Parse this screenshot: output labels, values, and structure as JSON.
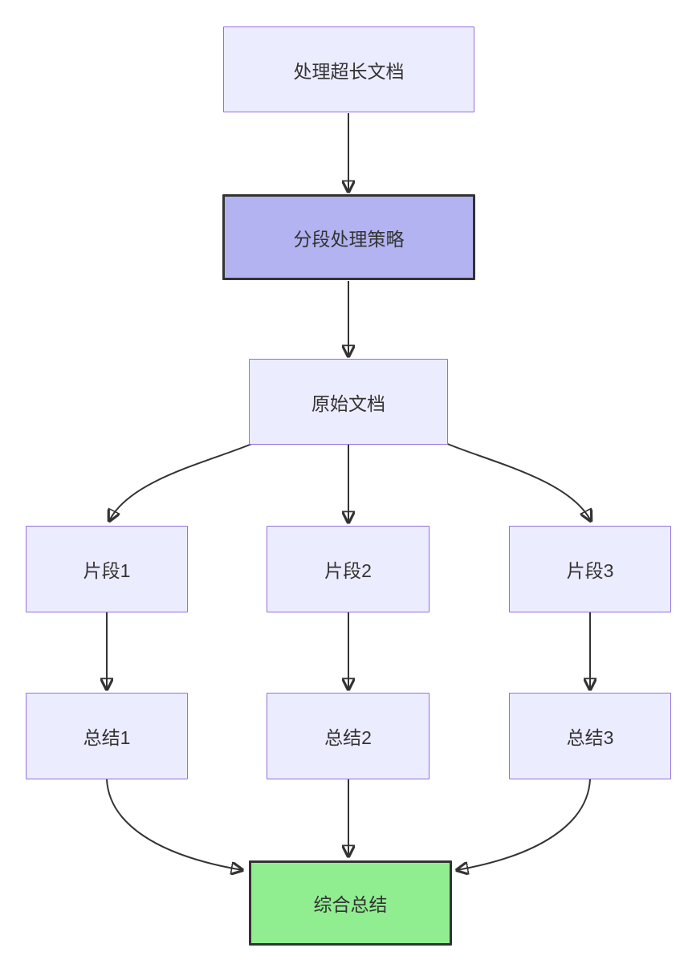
{
  "diagram": {
    "type": "flowchart",
    "direction": "top-down",
    "nodes": [
      {
        "id": "A",
        "label": "处理超长文档",
        "style": "default"
      },
      {
        "id": "B",
        "label": "分段处理策略",
        "style": "highlight"
      },
      {
        "id": "C",
        "label": "原始文档",
        "style": "default"
      },
      {
        "id": "D1",
        "label": "片段1",
        "style": "default"
      },
      {
        "id": "D2",
        "label": "片段2",
        "style": "default"
      },
      {
        "id": "D3",
        "label": "片段3",
        "style": "default"
      },
      {
        "id": "E1",
        "label": "总结1",
        "style": "default"
      },
      {
        "id": "E2",
        "label": "总结2",
        "style": "default"
      },
      {
        "id": "E3",
        "label": "总结3",
        "style": "default"
      },
      {
        "id": "F",
        "label": "综合总结",
        "style": "result"
      }
    ],
    "edges": [
      {
        "from": "A",
        "to": "B"
      },
      {
        "from": "B",
        "to": "C"
      },
      {
        "from": "C",
        "to": "D1"
      },
      {
        "from": "C",
        "to": "D2"
      },
      {
        "from": "C",
        "to": "D3"
      },
      {
        "from": "D1",
        "to": "E1"
      },
      {
        "from": "D2",
        "to": "E2"
      },
      {
        "from": "D3",
        "to": "E3"
      },
      {
        "from": "E1",
        "to": "F"
      },
      {
        "from": "E2",
        "to": "F"
      },
      {
        "from": "E3",
        "to": "F"
      }
    ]
  },
  "colors": {
    "node_fill": "#ECECFF",
    "node_border": "#9370DB",
    "highlight_fill": "#b3b3f2",
    "highlight_border": "#333333",
    "result_fill": "#90EE90",
    "result_border": "#333333",
    "edge": "#333333",
    "text": "#333333",
    "background": "#ffffff"
  }
}
